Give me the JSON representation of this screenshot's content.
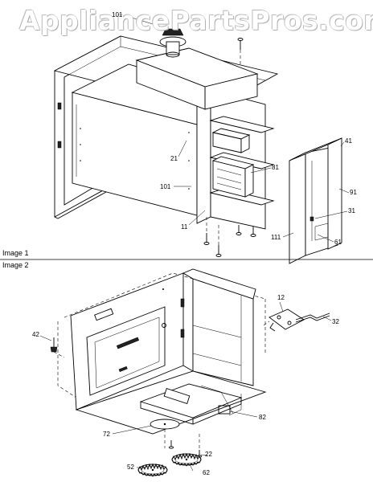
{
  "watermark": "AppliancePartsPros.com",
  "image1": {
    "caption": "Image 1",
    "callouts": [
      "101",
      "21",
      "101",
      "11",
      "81",
      "41",
      "91",
      "31",
      "111",
      "61"
    ]
  },
  "image2": {
    "caption": "Image 2",
    "callouts": [
      "42",
      "12",
      "32",
      "82",
      "72",
      "22",
      "52",
      "62"
    ]
  }
}
